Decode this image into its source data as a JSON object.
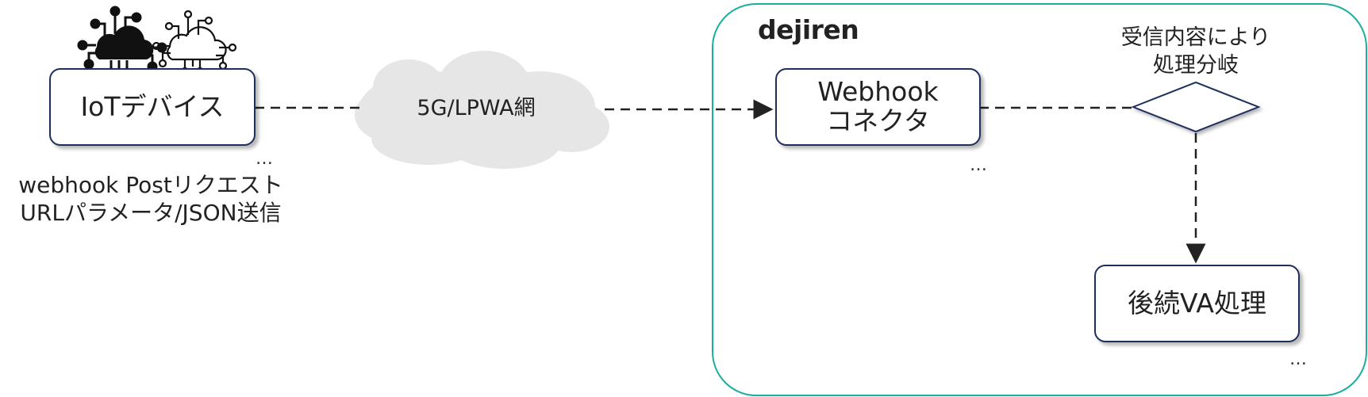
{
  "diagram": {
    "iot_device": {
      "label": "IoTデバイス"
    },
    "iot_caption": {
      "line1": "webhook Postリクエスト",
      "line2": "URLパラメータ/JSON送信"
    },
    "network": {
      "label": "5G/LPWA網"
    },
    "platform": {
      "logo": "dejiren",
      "border_color": "#1aaea0"
    },
    "connector": {
      "line1": "Webhook",
      "line2": "コネクタ"
    },
    "decision": {
      "line1": "受信内容により",
      "line2": "処理分岐"
    },
    "followup": {
      "label": "後続VA処理"
    },
    "ellipsis": "…",
    "icons": [
      "cloud-circuit-filled-icon",
      "cloud-circuit-outline-icon"
    ],
    "colors": {
      "node_border": "#1f2f5c",
      "cloud_fill": "#e6e6e6",
      "platform_border": "#1aaea0"
    }
  }
}
